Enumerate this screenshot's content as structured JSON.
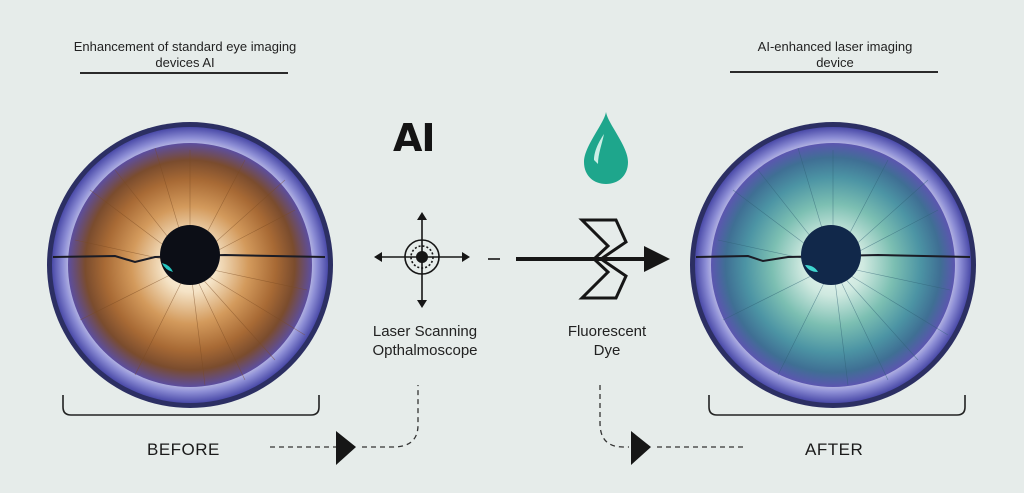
{
  "left_panel": {
    "title_line1": "Enhancement of standard eye imaging",
    "title_line2": "devices AI",
    "state_label": "BEFORE",
    "eye_colors": {
      "iris_inner": "#f7e9d2",
      "iris_mid": "#c8894a",
      "iris_outer": "#7a4a24",
      "ring": "#6f6fc4",
      "rim": "#25275a"
    }
  },
  "right_panel": {
    "title_line1": "AI-enhanced laser imaging",
    "title_line2": "device",
    "state_label": "AFTER",
    "eye_colors": {
      "iris_inner": "#e7f4ef",
      "iris_mid": "#6fb3a8",
      "iris_outer": "#3b6f86",
      "ring": "#6f6fc4",
      "rim": "#25275a"
    }
  },
  "center": {
    "ai_label": "AI",
    "scanner_caption_line1": "Laser Scanning",
    "scanner_caption_line2": "Opthalmoscope",
    "dye_caption_line1": "Fluorescent",
    "dye_caption_line2": "Dye",
    "dye_color": "#1ea68c"
  },
  "icons": [
    "crosshair-scanner-icon",
    "dye-drop-icon",
    "arrow-right-icon",
    "play-triangle-icon"
  ]
}
